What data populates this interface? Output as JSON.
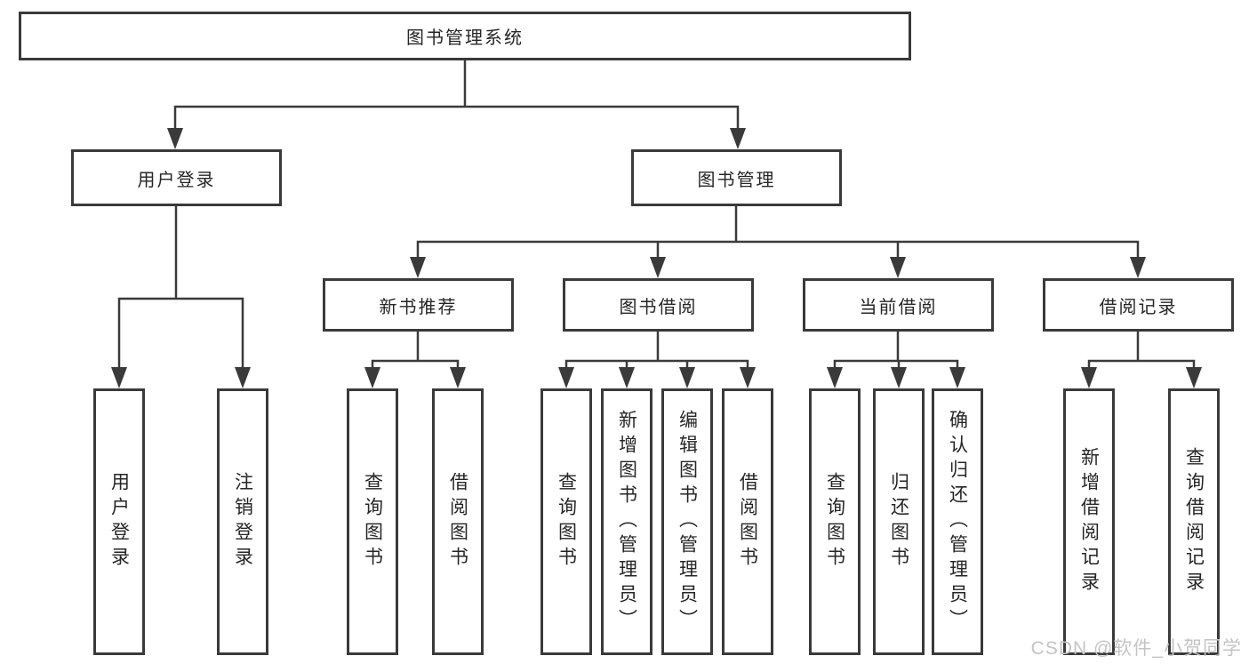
{
  "diagram": {
    "type": "tree",
    "title": "图书管理系统",
    "root": {
      "label": "图书管理系统",
      "children": [
        {
          "label": "用户登录",
          "children": [
            {
              "label": "用户登录"
            },
            {
              "label": "注销登录"
            }
          ]
        },
        {
          "label": "图书管理",
          "children": [
            {
              "label": "新书推荐",
              "children": [
                {
                  "label": "查询图书"
                },
                {
                  "label": "借阅图书"
                }
              ]
            },
            {
              "label": "图书借阅",
              "children": [
                {
                  "label": "查询图书"
                },
                {
                  "label": "新增图书（管理员）"
                },
                {
                  "label": "编辑图书（管理员）"
                },
                {
                  "label": "借阅图书"
                }
              ]
            },
            {
              "label": "当前借阅",
              "children": [
                {
                  "label": "查询图书"
                },
                {
                  "label": "归还图书"
                },
                {
                  "label": "确认归还（管理员）"
                }
              ]
            },
            {
              "label": "借阅记录",
              "children": [
                {
                  "label": "新增借阅记录"
                },
                {
                  "label": "查询借阅记录"
                }
              ]
            }
          ]
        }
      ]
    }
  },
  "watermark": "CSDN @软件_小贺同学",
  "colors": {
    "line": "#3a3a3a",
    "text": "#262626",
    "background": "#ffffff",
    "watermark": "#c4c4c4"
  }
}
